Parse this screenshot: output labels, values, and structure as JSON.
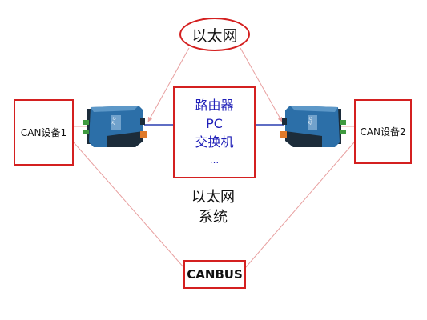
{
  "nodes": {
    "ethernet_top": "以太网",
    "can_device_1": "CAN设备1",
    "can_device_2": "CAN设备2",
    "center_lines": [
      "路由器",
      "PC",
      "交换机",
      "..."
    ],
    "system_label_line1": "以太网",
    "system_label_line2": "系统",
    "canbus": "CANBUS"
  },
  "converters": [
    {
      "name": "left-can-ethernet-converter",
      "brand": "ZLG"
    },
    {
      "name": "right-can-ethernet-converter",
      "brand": "ZLG"
    }
  ],
  "colors": {
    "box_border": "#d42020",
    "thin_link": "#e8a0a0",
    "ethernet_link": "#2a3fb0",
    "center_text": "#2020b8",
    "converter_body": "#2c6fa8",
    "converter_dark": "#1c2c3a",
    "terminal_green": "#3f9a3f",
    "terminal_orange": "#e07a2a"
  }
}
